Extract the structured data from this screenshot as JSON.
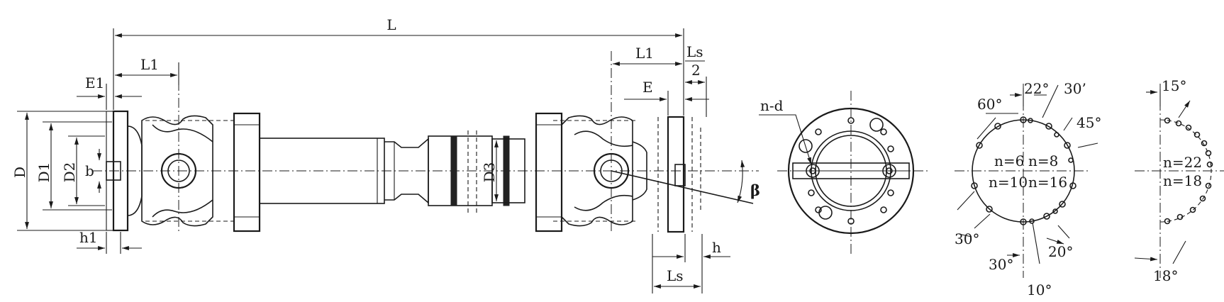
{
  "side_view": {
    "overall_length": "L",
    "flange_length_left": "L1",
    "flange_length_right": "L1",
    "half_ls_top": "Ls",
    "half_ls_bottom": "2",
    "pos_left": "E1",
    "pos_right": "E",
    "flange_dia": "D",
    "bolt_circle_dia": "D1",
    "spigot_dia": "D2",
    "tube_dia": "D3",
    "key_width": "b",
    "key_depth": "h1",
    "spigot_depth": "h",
    "telescoping_length": "Ls",
    "angle": "β"
  },
  "end_view": {
    "holes": "n-d"
  },
  "hole_pattern_a": {
    "angle_top_a": "22°",
    "angle_top_b": "30’",
    "angle_60": "60°",
    "angle_45": "45°",
    "n6": "n=6",
    "n8": "n=8",
    "n10": "n=10",
    "n16": "n=16",
    "angle_30_left": "30°",
    "angle_30_bottom": "30°",
    "angle_20": "20°",
    "angle_10": "10°"
  },
  "hole_pattern_b": {
    "angle_15": "15°",
    "n22": "n=22",
    "n18": "n=18",
    "angle_18": "18°"
  }
}
